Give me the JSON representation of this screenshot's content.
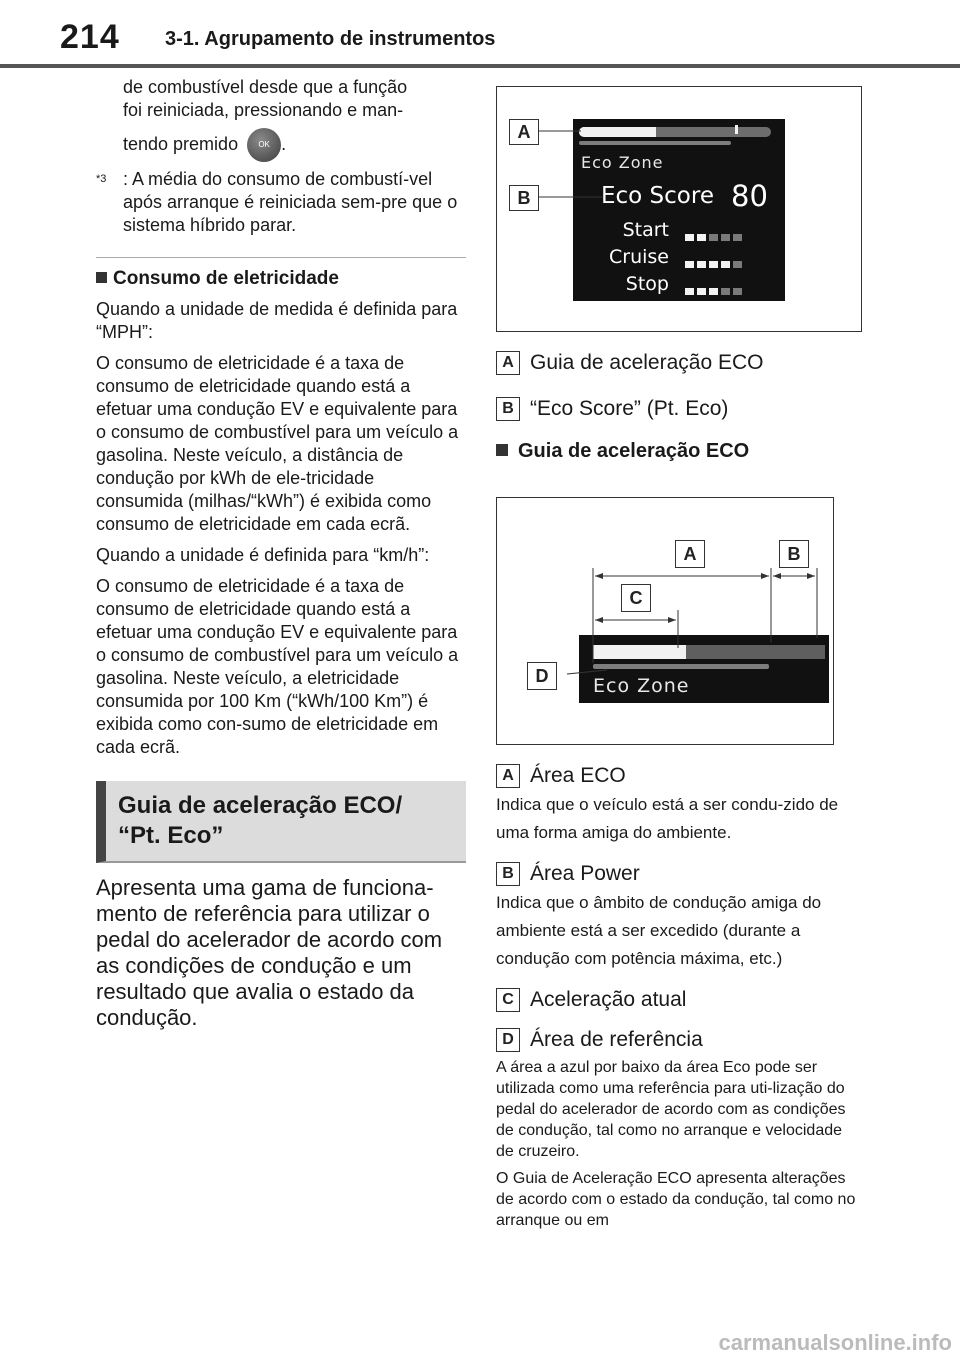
{
  "header": {
    "page_number": "214",
    "section_title": "3-1. Agrupamento de instrumentos"
  },
  "left": {
    "cont_line1": "de combustível desde que a função",
    "cont_line2": "foi reiniciada, pressionando e man-",
    "cont_line3": "tendo premido",
    "ok_label": "OK",
    "footnote_mark": "*3",
    "footnote_text": ": A média do consumo de combustí-vel após arranque é reiniciada sem-pre que o sistema híbrido parar.",
    "sub_heading": "Consumo de eletricidade",
    "p1": "Quando a unidade de medida é definida para “MPH”:",
    "p2": "O consumo de eletricidade é a taxa de consumo de eletricidade quando está a efetuar uma condução EV e equivalente para o consumo de combustível para um veículo a gasolina. Neste veículo, a distância de condução por kWh de ele-tricidade consumida (milhas/“kWh”) é exibida como consumo de eletricidade em cada ecrã.",
    "p3": "Quando a unidade é definida para “km/h”:",
    "p4": "O consumo de eletricidade é a taxa de consumo de eletricidade quando está a efetuar uma condução EV e equivalente para o consumo de combustível para um veículo a gasolina. Neste veículo, a eletricidade consumida por 100 Km (“kWh/100 Km”) é exibida como con-sumo de eletricidade em cada ecrã.",
    "box_heading_line1": "Guia de aceleração ECO/",
    "box_heading_line2": "“Pt. Eco”",
    "big_text": "Apresenta uma gama de funciona-mento de referência para utilizar o pedal do acelerador de acordo com as condições de condução e um resultado que avalia o estado da condução."
  },
  "figure1": {
    "label_a": "A",
    "label_b": "B",
    "eco_zone": "Eco Zone",
    "eco_score_label": "Eco Score",
    "eco_score_value": "80",
    "rows": [
      {
        "label": "Start",
        "filled": 2,
        "total": 5
      },
      {
        "label": "Cruise",
        "filled": 4,
        "total": 5
      },
      {
        "label": "Stop",
        "filled": 3,
        "total": 5
      }
    ],
    "accel_fill": 0.4
  },
  "legend1": [
    {
      "letter": "A",
      "text": "Guia de aceleração ECO"
    },
    {
      "letter": "B",
      "text": "“Eco Score” (Pt. Eco)"
    }
  ],
  "right_sub_heading": "Guia de aceleração ECO",
  "figure2": {
    "label_a": "A",
    "label_b": "B",
    "label_c": "C",
    "label_d": "D",
    "eco_zone": "Eco Zone",
    "accel_fill": 0.4
  },
  "items": [
    {
      "letter": "A",
      "title": "Área ECO",
      "desc": "Indica que o veículo está a ser condu-zido de uma forma amiga do ambiente."
    },
    {
      "letter": "B",
      "title": "Área Power",
      "desc": "Indica que o âmbito de condução amiga do ambiente está a ser excedido (durante a condução com potência máxima, etc.)"
    },
    {
      "letter": "C",
      "title": "Aceleração atual",
      "desc": ""
    },
    {
      "letter": "D",
      "title": "Área de referência",
      "desc": "A área a azul por baixo da área Eco pode ser utilizada como uma referência para uti-lização do pedal do acelerador de acordo com as condições de condução, tal como no arranque e velocidade de cruzeiro."
    }
  ],
  "final_para": "O Guia de Aceleração ECO apresenta alterações de acordo com o estado da condução, tal como no arranque ou em",
  "watermark": "carmanualsonline.info"
}
